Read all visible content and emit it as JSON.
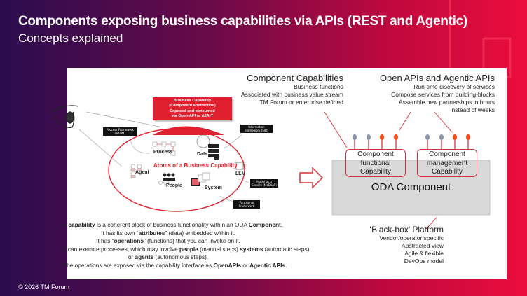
{
  "header": {
    "title": "Components exposing business capabilities via APIs (REST and Agentic)",
    "subtitle": "Concepts explained"
  },
  "footer": {
    "copyright": "© 2026 TM Forum"
  },
  "diagram": {
    "business_capability_box": [
      "Business Capability",
      "(Component abstraction)",
      "Exposed and consumed",
      "via Open API or A2A-T"
    ],
    "atoms_title": "Atoms of a Business Capability",
    "atoms": {
      "process": "Process",
      "data": "Data",
      "agent": "Agent",
      "people": "People",
      "system": "System",
      "llm": "LLM"
    },
    "frameworks": {
      "process": "Process Framework (eTOM)",
      "information": "Information Framework (SID)",
      "model": "Model as a Service (MoDaaS)",
      "functional": "Functional Framework"
    },
    "colors": {
      "accent": "#e0202e",
      "api_grey": "#8a96a8",
      "api_orange": "#f04e1c"
    }
  },
  "component_capabilities": {
    "heading": "Component Capabilities",
    "lines": [
      "Business functions",
      "Associated with business value stream",
      "TM Forum or enterprise defined"
    ]
  },
  "open_apis": {
    "heading": "Open APIs and Agentic APIs",
    "lines": [
      "Run-time discovery of services",
      "Compose services from building-blocks",
      "Assemble new partnerships in hours",
      "instead of weeks"
    ]
  },
  "oda": {
    "component": "ODA Component",
    "functional_capability": "Component functional Capability",
    "management_capability": "Component management Capability"
  },
  "platform": {
    "heading": "‘Black-box’ Platform",
    "lines": [
      "Vendor/operator specific",
      "Abstracted view",
      "Agile & flexible",
      "DevOps model"
    ]
  },
  "description": {
    "line1": {
      "a": "A ",
      "b": "capability",
      "c": " is a coherent block of business functionality within an ODA ",
      "d": "Component",
      "e": "."
    },
    "line2": {
      "a": "It has its own “",
      "b": "attributes",
      "c": "” (data) embedded within it."
    },
    "line3": {
      "a": "It has “",
      "b": "operations",
      "c": "” (functions) that you can invoke on it."
    },
    "line4": {
      "a": "It can execute processes, which may involve ",
      "b": "people",
      "c": " (manual steps) ",
      "d": "systems",
      "e": " (automatic steps)"
    },
    "line5": {
      "a": "or ",
      "b": "agents",
      "c": " (autonomous steps)."
    },
    "line6": {
      "a": "The operations are exposed via the capability interface as ",
      "b": "OpenAPIs",
      "c": " or ",
      "d": "Agentic APIs",
      "e": "."
    }
  }
}
